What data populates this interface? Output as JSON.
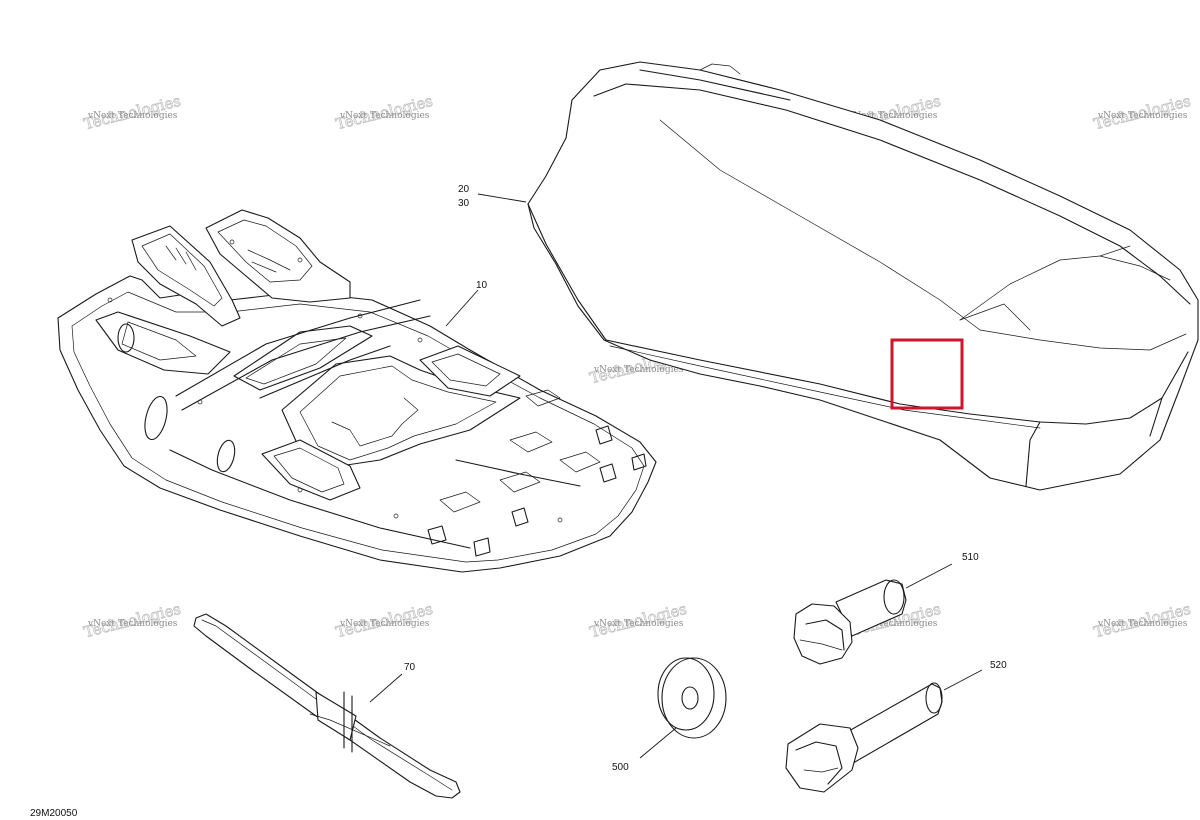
{
  "callouts": {
    "c10": "10",
    "c20": "20",
    "c30": "30",
    "c70": "70",
    "c500": "500",
    "c510": "510",
    "c520": "520"
  },
  "figure_id": "29M20050",
  "watermark": {
    "line1": "vNext Technologies",
    "line2": "Technologies"
  },
  "colors": {
    "line": "#1a1a1a",
    "highlight": "#d0142c",
    "watermark": "#c4c4c4"
  }
}
